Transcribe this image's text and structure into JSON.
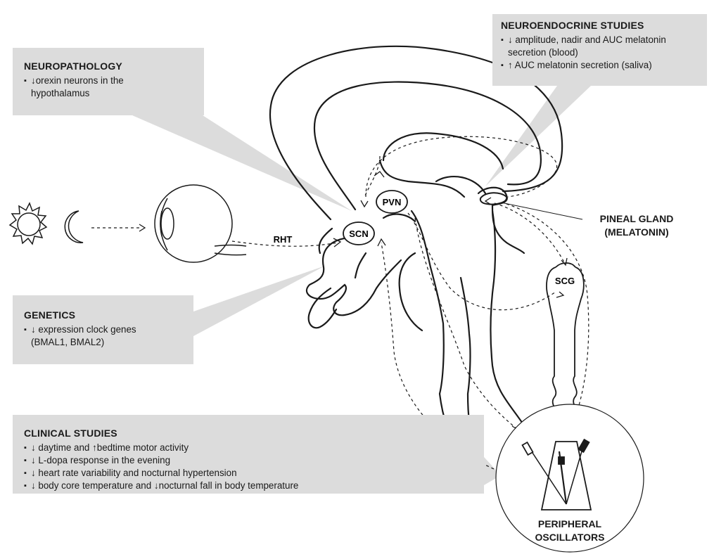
{
  "neuropathology": {
    "title": "NEUROPATHOLOGY",
    "items": [
      "↓orexin neurons in the hypothalamus"
    ]
  },
  "neuroendocrine": {
    "title": "NEUROENDOCRINE STUDIES",
    "items": [
      "↓ amplitude, nadir and AUC melatonin secretion (blood)",
      "↑ AUC melatonin secretion (saliva)"
    ]
  },
  "genetics": {
    "title": "GENETICS",
    "items": [
      "↓ expression clock genes (BMAL1, BMAL2)"
    ]
  },
  "clinical": {
    "title": "CLINICAL STUDIES",
    "items": [
      "↓ daytime and ↑bedtime motor activity",
      "↓ L-dopa response in the evening",
      "↓ heart rate variability and nocturnal hypertension",
      "↓ body core temperature and ↓nocturnal fall in body temperature"
    ]
  },
  "nodes": {
    "scn": "SCN",
    "pvn": "PVN",
    "scg": "SCG",
    "rht": "RHT"
  },
  "pineal": {
    "line1": "PINEAL GLAND",
    "line2": "(MELATONIN)"
  },
  "peripheral": {
    "line1": "PERIPHERAL",
    "line2": "OSCILLATORS"
  },
  "icons": [
    "sun-icon",
    "moon-icon",
    "eye-icon",
    "brain-sagittal-icon",
    "metronome-icon"
  ],
  "colors": {
    "box_fill": "#dcdcdc",
    "line": "#1a1a1a",
    "background": "#ffffff"
  }
}
